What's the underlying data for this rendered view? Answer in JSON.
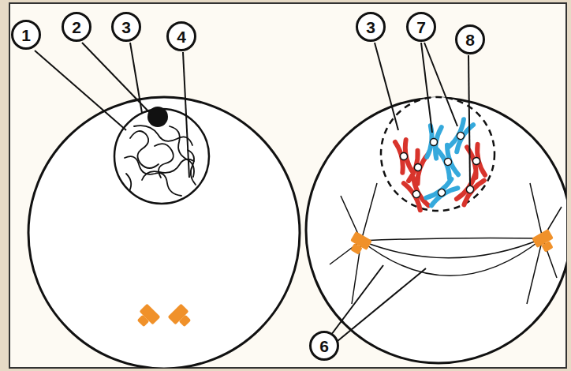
{
  "diagram": {
    "labels": [
      "1",
      "2",
      "3",
      "4",
      "3",
      "7",
      "8",
      "6"
    ]
  }
}
